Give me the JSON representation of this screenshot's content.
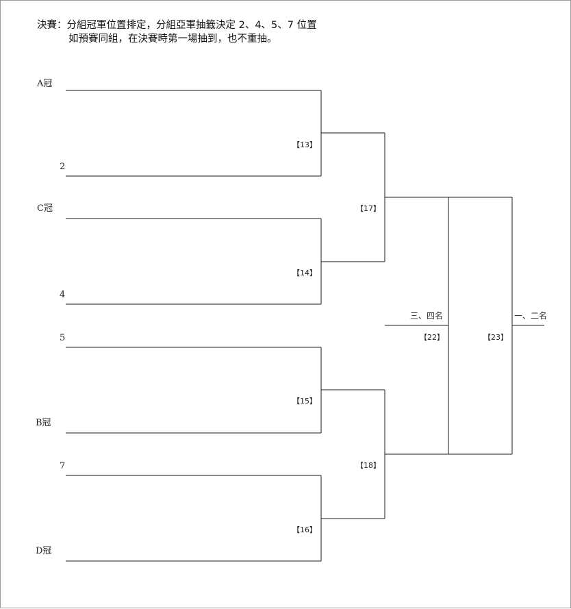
{
  "header": {
    "line1": "決賽：分組冠軍位置排定，分組亞軍抽籤決定 2、4、5、7 位置",
    "line2": "如預賽同組，在決賽時第一場抽到，也不重抽。"
  },
  "slots": [
    "A冠",
    "2",
    "C冠",
    "4",
    "5",
    "B冠",
    "7",
    "D冠"
  ],
  "matches": {
    "m13": "【13】",
    "m14": "【14】",
    "m15": "【15】",
    "m16": "【16】",
    "m17": "【17】",
    "m18": "【18】",
    "m22": "【22】",
    "m23": "【23】"
  },
  "results": {
    "third_fourth": "三、四名",
    "first_second": "一、二名"
  }
}
